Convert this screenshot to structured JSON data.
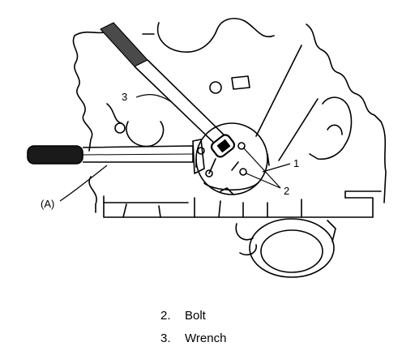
{
  "figure": {
    "callouts": {
      "part_1": "1",
      "part_2": "2",
      "part_3": "3",
      "tool_a": "(A)"
    }
  },
  "legend": {
    "items": [
      {
        "number": "2.",
        "label": "Bolt"
      },
      {
        "number": "3.",
        "label": "Wrench"
      }
    ]
  }
}
